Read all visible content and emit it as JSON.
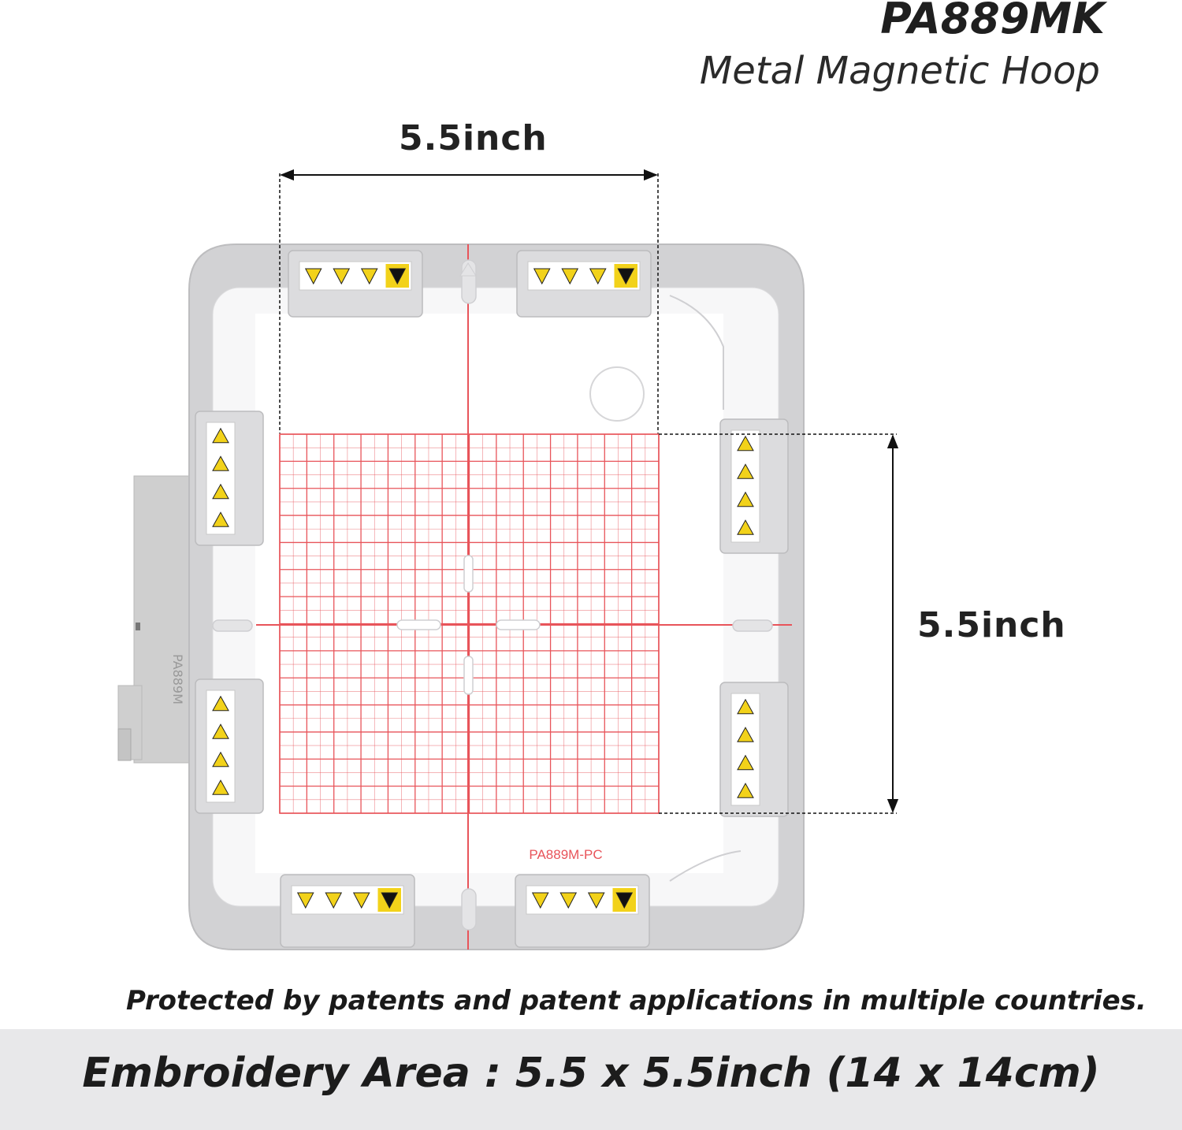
{
  "header": {
    "model": "PA889MK",
    "subtitle": "Metal Magnetic Hoop"
  },
  "dimensions": {
    "width_label": "5.5inch",
    "height_label": "5.5inch"
  },
  "hoop": {
    "side_marking": "PA889M",
    "template_label": "PA889M-PC",
    "grid_color": "#e8545a",
    "frame_color": "#d2d2d2",
    "warning_color": "#f2d21a"
  },
  "footer": {
    "patent_note": "Protected by patents and patent applications in multiple countries.",
    "embroidery_area": "Embroidery Area : 5.5 x 5.5inch (14 x 14cm)"
  }
}
